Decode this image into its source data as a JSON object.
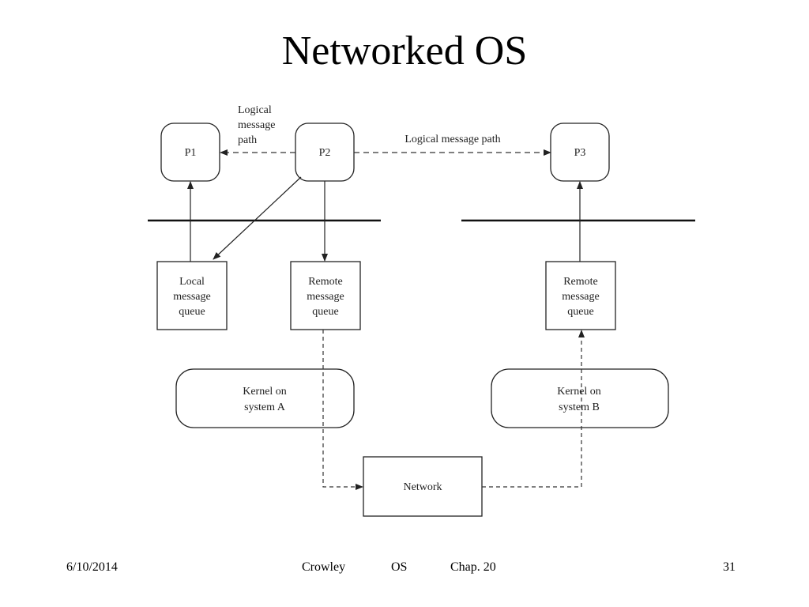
{
  "slide": {
    "title": "Networked OS"
  },
  "diagram": {
    "nodes": {
      "p1": [
        "P1"
      ],
      "p2": [
        "P2"
      ],
      "p3": [
        "P3"
      ],
      "local_queue_a": [
        "Local",
        "message",
        "queue"
      ],
      "remote_queue_a": [
        "Remote",
        "message",
        "queue"
      ],
      "remote_queue_b": [
        "Remote",
        "message",
        "queue"
      ],
      "kernel_a": [
        "Kernel on",
        "system A"
      ],
      "kernel_b": [
        "Kernel on",
        "system B"
      ],
      "network": [
        "Network"
      ]
    },
    "edge_labels": {
      "p2_to_p1": [
        "Logical",
        "message",
        "path"
      ],
      "p2_to_p3": [
        "Logical message path"
      ]
    }
  },
  "footer": {
    "date": "6/10/2014",
    "author": "Crowley",
    "course": "OS",
    "chapter": "Chap. 20",
    "page": "31"
  }
}
